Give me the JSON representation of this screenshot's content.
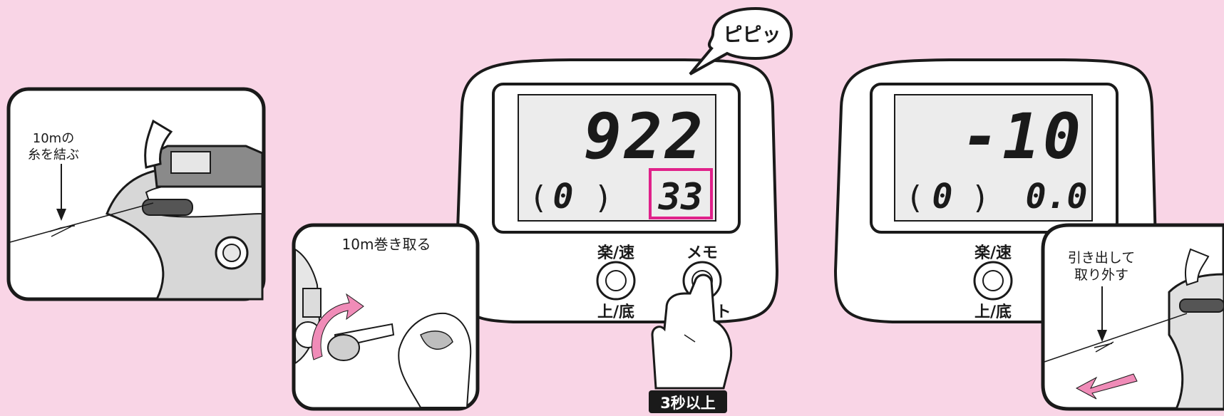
{
  "panel_tie": {
    "caption_line1": "10mの",
    "caption_line2": "糸を結ぶ"
  },
  "panel_wind": {
    "caption": "10m巻き取る"
  },
  "speech_bubble": {
    "text": "ピピッ"
  },
  "display_left": {
    "main_value": "922",
    "sub_value": "0",
    "memo_value": "33",
    "highlight_color": "#e0218a",
    "button_left_top": "楽/速",
    "button_left_bottom": "上/底",
    "button_right_top": "メモ",
    "button_right_bottom": "0セット"
  },
  "hold_badge": {
    "text": "3秒以上"
  },
  "display_right": {
    "main_value": "-10",
    "sub_value": "0",
    "memo_value": "0.0",
    "button_left_top": "楽/速",
    "button_left_bottom": "上/底"
  },
  "panel_remove": {
    "caption_line1": "引き出して",
    "caption_line2": "取り外す"
  },
  "colors": {
    "background": "#f9d5e6",
    "accent_pink": "#f08cb8",
    "outline": "#1a1a1a"
  }
}
